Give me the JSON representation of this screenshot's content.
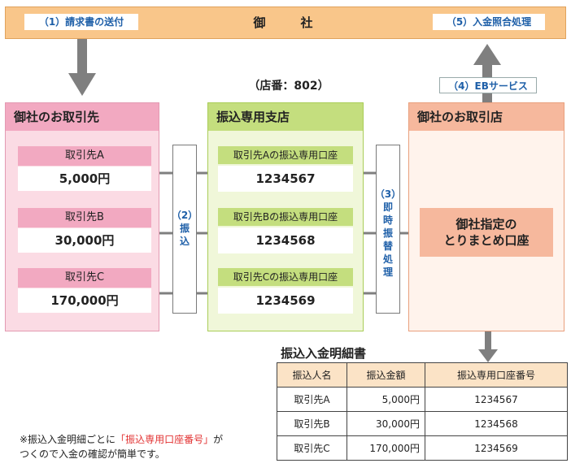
{
  "top": {
    "company": "御　社",
    "step1": "（1）請求書の送付",
    "step5": "（5）入金照合処理"
  },
  "branch_code": "（店番：802）",
  "step4": "（4）EBサービス",
  "customers": {
    "title": "御社のお取引先",
    "items": [
      {
        "name": "取引先A",
        "amount": "5,000円"
      },
      {
        "name": "取引先B",
        "amount": "30,000円"
      },
      {
        "name": "取引先C",
        "amount": "170,000円"
      }
    ]
  },
  "step2": {
    "number": "（2）",
    "chars": [
      "振",
      "込"
    ]
  },
  "branch": {
    "title": "振込専用支店",
    "items": [
      {
        "name": "取引先Aの振込専用口座",
        "number": "1234567"
      },
      {
        "name": "取引先Bの振込専用口座",
        "number": "1234568"
      },
      {
        "name": "取引先Cの振込専用口座",
        "number": "1234569"
      }
    ]
  },
  "step3": {
    "number": "（3）",
    "chars": [
      "即",
      "時",
      "振",
      "替",
      "処",
      "理"
    ]
  },
  "bank": {
    "title": "御社のお取引店",
    "account_line1": "御社指定の",
    "account_line2": "とりまとめ口座"
  },
  "table": {
    "title": "振込入金明細書",
    "headers": [
      "振込人名",
      "振込金額",
      "振込専用口座番号"
    ],
    "rows": [
      [
        "取引先A",
        "5,000円",
        "1234567"
      ],
      [
        "取引先B",
        "30,000円",
        "1234568"
      ],
      [
        "取引先C",
        "170,000円",
        "1234569"
      ]
    ]
  },
  "note": {
    "prefix": "※振込入金明細ごとに",
    "highlight": "「振込専用口座番号」",
    "suffix": "が",
    "line2": "つくので入金の確認が簡単です。"
  },
  "colors": {
    "arrow": "#7f7f7f",
    "step_text": "#1e5fa8",
    "highlight": "#e23232"
  }
}
